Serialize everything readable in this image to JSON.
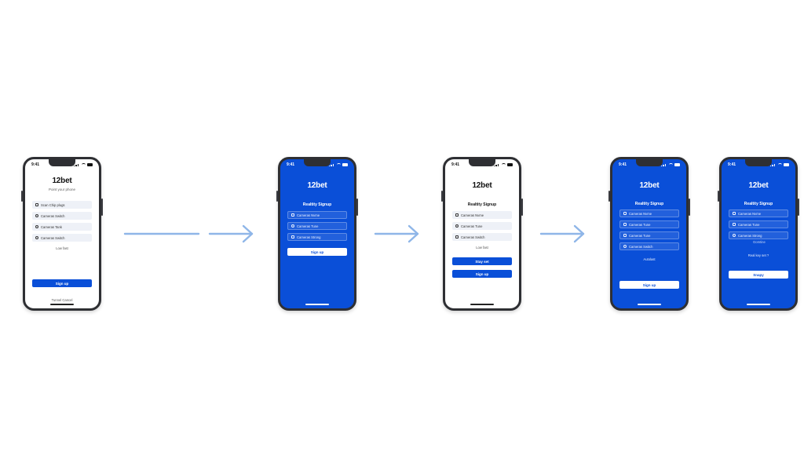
{
  "screens": [
    {
      "status_time": "9:41",
      "logo": "12bet",
      "subtitle": "Point your phone",
      "rows": [
        "Scan Chip plugs",
        "Cameras Switch",
        "Cameras Tank",
        "Cameras Switch"
      ],
      "note": "Low fast",
      "button": "Sign up",
      "footer": "Tunnel Cancel"
    },
    {
      "status_time": "9:41",
      "logo": "12bet",
      "heading": "Realtity Signup",
      "rows": [
        "Cameras Nvme",
        "Cameras Tune",
        "Cameras Strong"
      ],
      "button": "Sign up"
    },
    {
      "status_time": "9:41",
      "logo": "12bet",
      "heading": "Realtity Signup",
      "rows": [
        "Cameras Nvme",
        "Cameras Tune",
        "Cameras Switch"
      ],
      "note": "Low fast",
      "button": "Stay set",
      "button2": "Sign up"
    },
    {
      "status_time": "9:41",
      "logo": "12bet",
      "heading": "Realtity Signup",
      "rows": [
        "Cameras Nvme",
        "Cameras Tune",
        "Cameras Tune",
        "Cameras Switch"
      ],
      "note": "Autolast",
      "button": "Sign up"
    },
    {
      "status_time": "9:41",
      "logo": "12bet",
      "heading": "Realtity Signup",
      "rows": [
        "Cameras Nvme",
        "Cameras Tune",
        "Cameras Strong"
      ],
      "extra": "Gomtine",
      "note": "Real key set ?",
      "button": "Snapy"
    }
  ],
  "colors": {
    "brand": "#0a4fd8",
    "arrow": "#8fb6e8",
    "frame": "#2e2f33"
  }
}
